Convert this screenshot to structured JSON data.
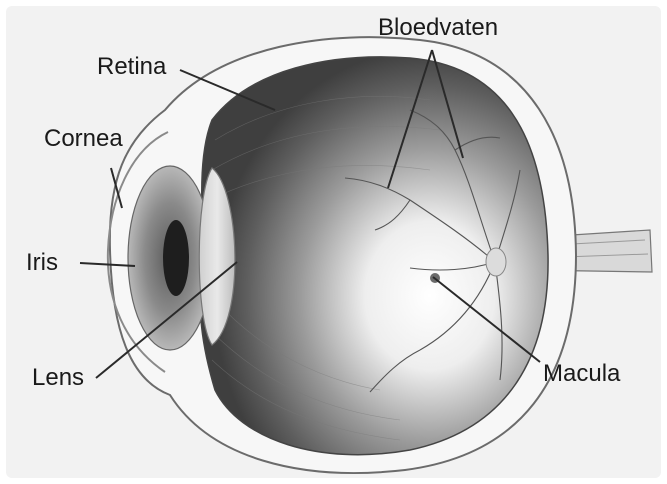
{
  "labels": {
    "retina": "Retina",
    "bloedvaten": "Bloedvaten",
    "cornea": "Cornea",
    "iris": "Iris",
    "lens": "Lens",
    "macula": "Macula"
  },
  "colors": {
    "background": "#f2f2f2",
    "text": "#1a1a1a",
    "leader_line": "#2a2a2a",
    "eyeball_outer": "#f7f7f7",
    "interior_dark": "#4a4a4a",
    "interior_light": "#ffffff"
  }
}
